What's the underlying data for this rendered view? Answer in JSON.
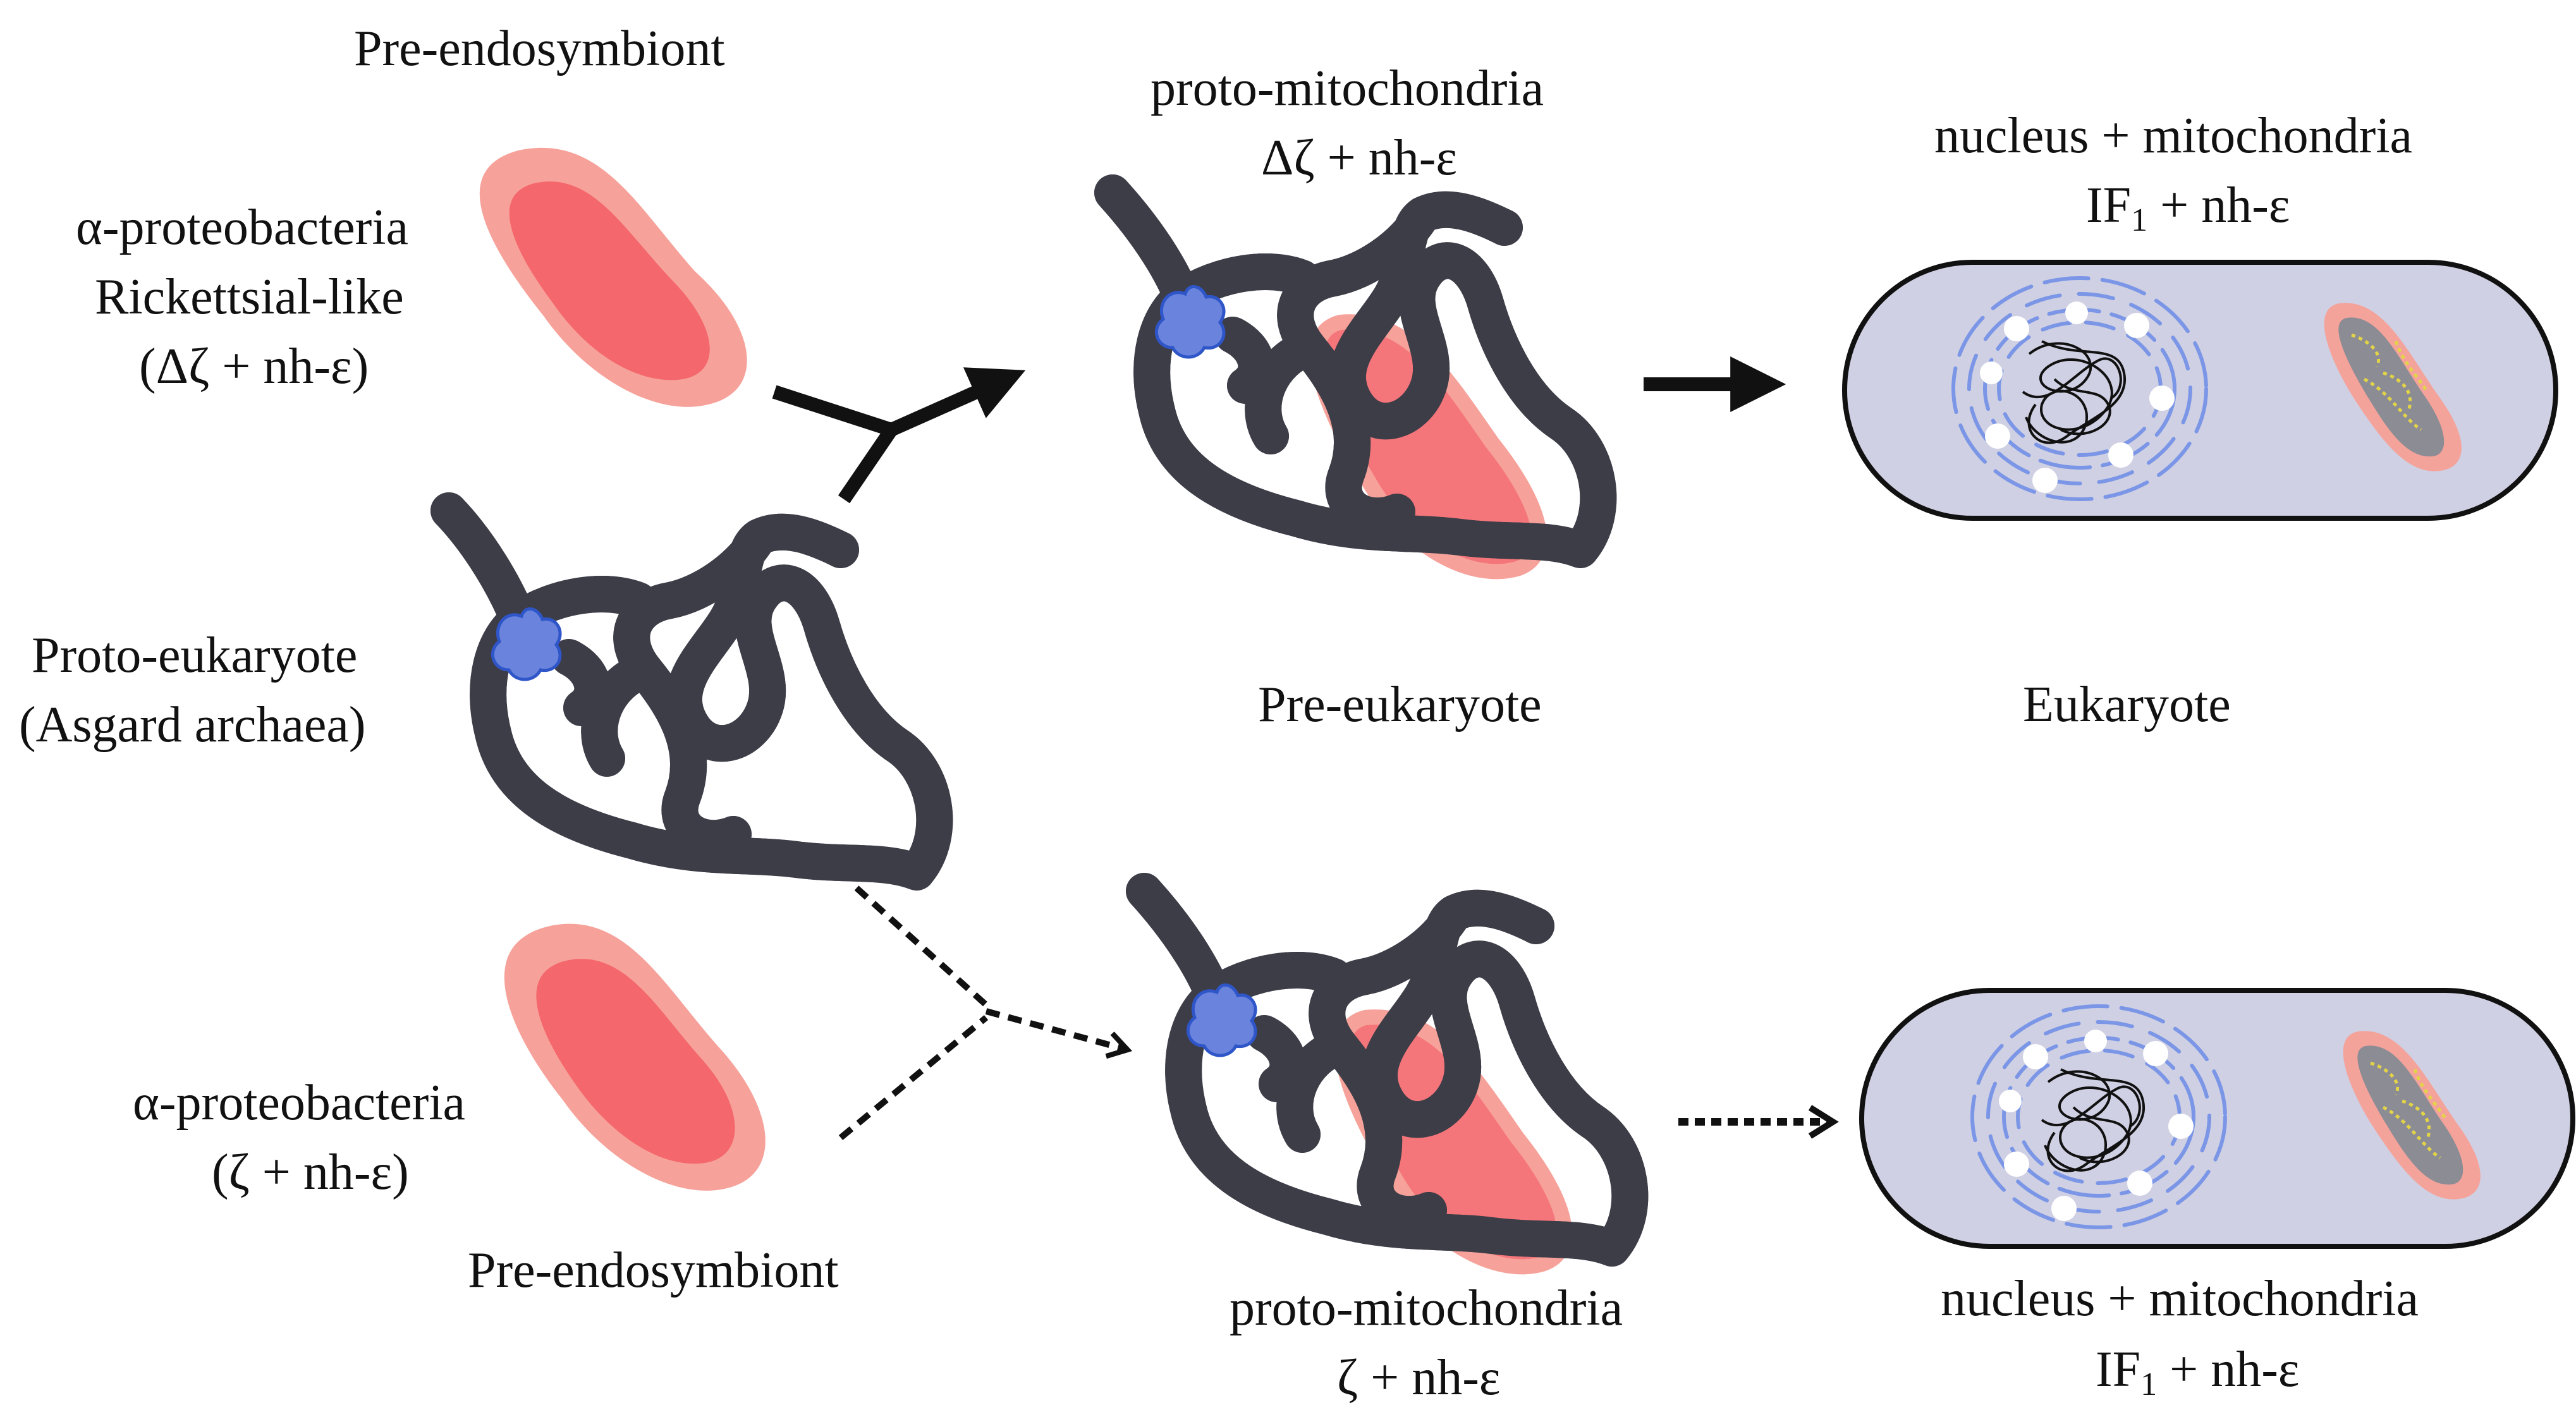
{
  "labels": {
    "pre_endosymbiont_top": "Pre-endosymbiont",
    "alpha_top_line1": "α-proteobacteria",
    "alpha_top_line2": "Rickettsial-like",
    "alpha_top_line3": "(Δζ + nh-ε)",
    "proto_eukaryote_line1": "Proto-eukaryote",
    "proto_eukaryote_line2": "(Asgard archaea)",
    "alpha_bottom_line1": "α-proteobacteria",
    "alpha_bottom_line2": "(ζ + nh-ε)",
    "pre_endosymbiont_bottom": "Pre-endosymbiont",
    "proto_mito_top_line1": "proto-mitochondria",
    "proto_mito_top_line2": "Δζ + nh-ε",
    "pre_eukaryote": "Pre-eukaryote",
    "proto_mito_bottom_line1": "proto-mitochondria",
    "proto_mito_bottom_line2": "ζ + nh-ε",
    "nucleus_mito_top_line1": "nucleus + mitochondria",
    "if1_top_prefix": "IF",
    "if1_top_sub": "1",
    "if1_top_suffix": " + nh-ε",
    "eukaryote": "Eukaryote",
    "nucleus_mito_bottom_line1": "nucleus + mitochondria",
    "if1_bottom_prefix": "IF",
    "if1_bottom_sub": "1",
    "if1_bottom_suffix": " + nh-ε"
  },
  "colors": {
    "bacterium_outer": "#f6a29a",
    "bacterium_inner": "#f4676c",
    "membrane_fill": "#cfcfe0",
    "membrane_stroke": "#3d3d48",
    "nucleus_blue": "#6a84dd",
    "nucleus_dark": "#2f56c9",
    "er_blue": "#7b96e6",
    "cell_fill": "#cfd0e3",
    "mito_outer": "#f4a39b",
    "mito_inner": "#8c8c94",
    "mito_cristae": "#e3d447",
    "arrow": "#111111"
  }
}
